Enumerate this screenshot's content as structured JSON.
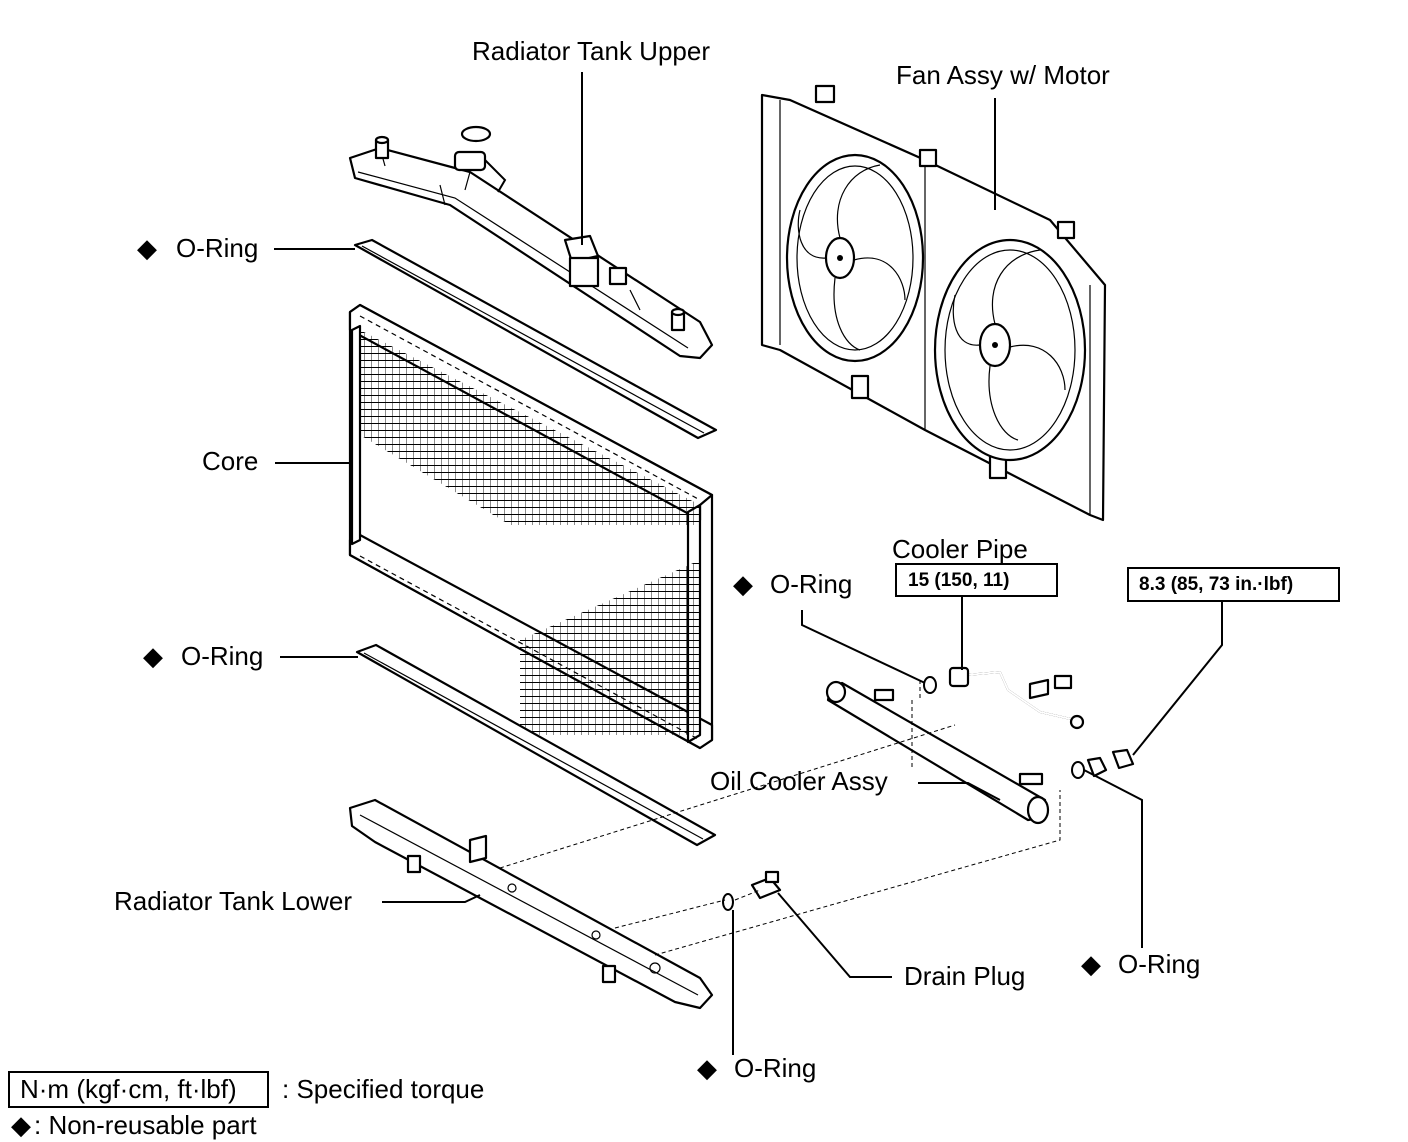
{
  "labels": {
    "radiator_tank_upper": "Radiator Tank Upper",
    "fan_assy": "Fan Assy w/ Motor",
    "o_ring_upper": "O-Ring",
    "core": "Core",
    "o_ring_lower": "O-Ring",
    "cooler_pipe": "Cooler Pipe",
    "o_ring_cooler": "O-Ring",
    "oil_cooler_assy": "Oil Cooler Assy",
    "radiator_tank_lower": "Radiator Tank Lower",
    "drain_plug": "Drain Plug",
    "o_ring_right": "O-Ring",
    "o_ring_bottom": "O-Ring"
  },
  "torque": {
    "cooler_pipe": "15 (150, 11)",
    "nut": "8.3 (85, 73 in.·lbf)"
  },
  "legend": {
    "torque_box": "N·m (kgf·cm, ft·lbf)",
    "torque_desc": ": Specified torque",
    "non_reusable": ":  Non-reusable  part"
  },
  "symbols": {
    "non_reusable": "◆"
  }
}
